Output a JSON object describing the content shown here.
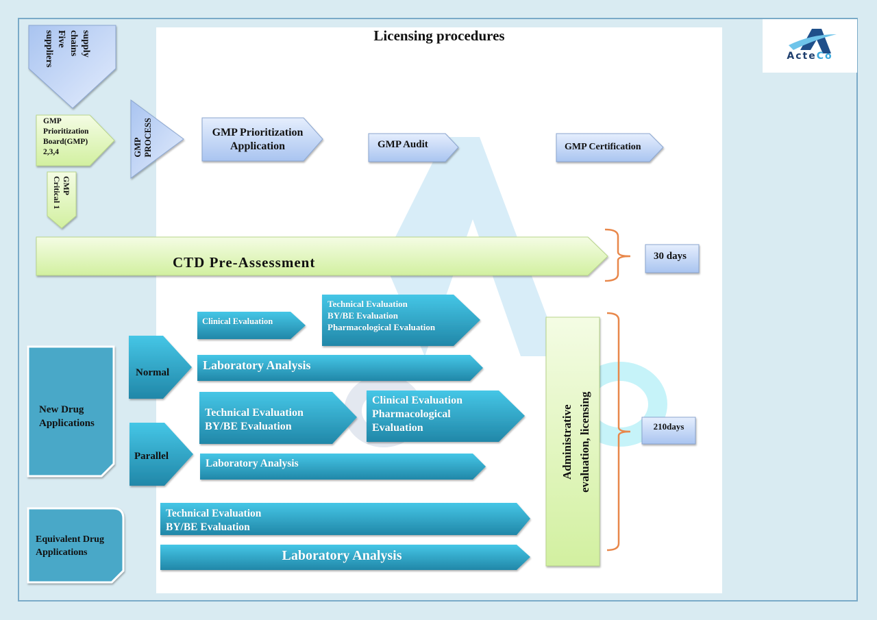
{
  "title": "Licensing procedures",
  "logo": {
    "icon": "acteco-logo-icon",
    "text_dark": "Acte",
    "text_accent": "Co"
  },
  "colors": {
    "background": "#d9ebf2",
    "frame_border": "#7aaac8",
    "blue_light": "#cfdffc",
    "blue_mid": "#a9c4f0",
    "green_light": "#f3fbe0",
    "green_mid": "#d2f0a0",
    "teal_light": "#3fc0e0",
    "teal_dark": "#2187a8",
    "bracket": "#e8874a",
    "watermark": "#c7e6f5"
  },
  "gmp": {
    "supply": {
      "lines": [
        "supply",
        "chains",
        "Five",
        "suppliers"
      ]
    },
    "prioritization_board": {
      "lines": [
        "GMP",
        "Prioritization",
        "Board(GMP)",
        "2,3,4"
      ]
    },
    "critical": {
      "lines": [
        "GMP",
        "Critical 1"
      ]
    },
    "process": {
      "lines": [
        "GMP",
        "PROCESS"
      ]
    },
    "steps": [
      {
        "lines": [
          "GMP Prioritization",
          "Application"
        ]
      },
      {
        "lines": [
          "GMP Audit"
        ]
      },
      {
        "lines": [
          "GMP Certification"
        ]
      }
    ]
  },
  "ctd": {
    "label": "CTD Pre-Assessment",
    "duration": "30 days"
  },
  "new_drug": {
    "label_lines": [
      "New Drug",
      "Applications"
    ],
    "normal": {
      "label": "Normal",
      "clinical": "Clinical Evaluation",
      "technical_lines": [
        "Technical Evaluation",
        "BY/BE Evaluation",
        "Pharmacological Evaluation"
      ],
      "lab": "Laboratory Analysis"
    },
    "parallel": {
      "label": "Parallel",
      "technical_lines": [
        "Technical Evaluation",
        "BY/BE Evaluation"
      ],
      "clinical_lines": [
        "Clinical Evaluation",
        "Pharmacological",
        "Evaluation"
      ],
      "lab": "Laboratory Analysis"
    }
  },
  "equivalent_drug": {
    "label_lines": [
      "Equivalent Drug",
      "Applications"
    ],
    "technical_lines": [
      "Technical Evaluation",
      "BY/BE Evaluation"
    ],
    "lab": "Laboratory Analysis"
  },
  "admin": {
    "lines": [
      "Administrative",
      "evaluation, licensing"
    ],
    "duration": "210days"
  }
}
